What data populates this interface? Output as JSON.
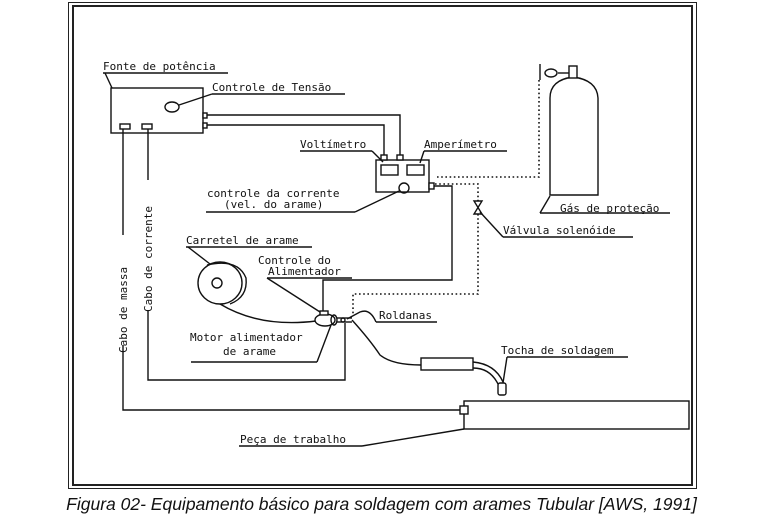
{
  "labels": {
    "fonte": "Fonte de potência",
    "controle_tensao": "Controle de Tensão",
    "voltimetro": "Voltímetro",
    "amperimetro": "Amperímetro",
    "controle_corrente_1": "controle da corrente",
    "controle_corrente_2": "(vel. do arame)",
    "carretel": "Carretel de arame",
    "controle_alim_1": "Controle do",
    "controle_alim_2": "Alimentador",
    "motor_1": "Motor alimentador",
    "motor_2": "de arame",
    "roldanas": "Roldanas",
    "tocha": "Tocha de soldagem",
    "peca": "Peça de trabalho",
    "gas": "Gás de proteção",
    "valvula": "Válvula solenóide",
    "cabo_massa": "Cabo de massa",
    "cabo_corrente": "Cabo de corrente"
  },
  "caption": "Figura 02- Equipamento básico para soldagem com arames Tubular [AWS, 1991]"
}
